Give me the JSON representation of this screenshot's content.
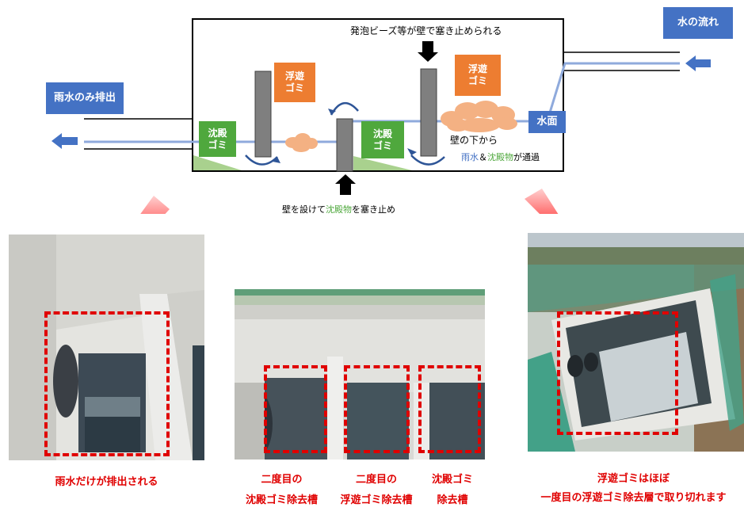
{
  "diagram": {
    "flow_label": "水の流れ",
    "outflow_label": "雨水のみ排出",
    "water_surface_label": "水面",
    "floating_trash_label": "浮遊\nゴミ",
    "sediment_trash_label": "沈殿\nゴミ",
    "beads_blocked_text": "発泡ビーズ等が壁で塞き止められる",
    "under_wall_text": "壁の下から",
    "pass_through": {
      "rain": "雨水",
      "amp": "＆",
      "sediment": "沈殿物",
      "suffix": "が通過"
    },
    "wall_block": {
      "prefix": "壁を設けて",
      "sediment": "沈殿物",
      "suffix": "を塞き止め"
    }
  },
  "captions": {
    "left": "雨水だけが排出される",
    "mid1": "二度目の\n沈殿ゴミ除去槽",
    "mid2": "二度目の\n浮遊ゴミ除去槽",
    "mid3": "沈殿ゴミ\n除去槽",
    "right": "浮遊ゴミはほぼ\n一度目の浮遊ゴミ除去層で取り切れます"
  },
  "colors": {
    "blue_box": "#4472c4",
    "orange_box": "#ed7d31",
    "green_box": "#4fa83d",
    "red_highlight": "#e00000",
    "water_line": "#8faadc"
  }
}
